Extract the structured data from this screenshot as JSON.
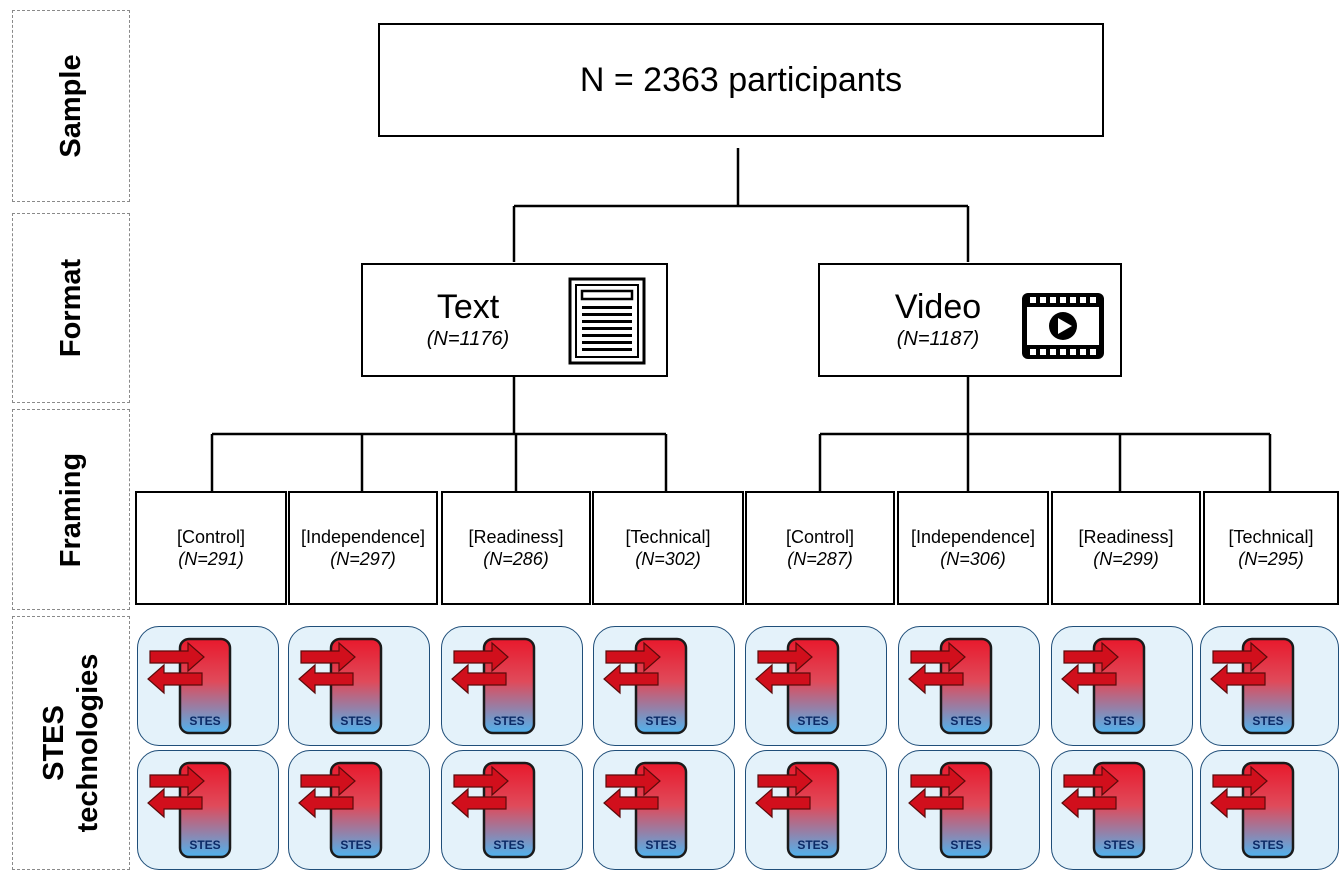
{
  "row_labels": {
    "sample": "Sample",
    "format": "Format",
    "framing": "Framing",
    "stes_line1": "STES",
    "stes_line2": "technologies"
  },
  "sample": {
    "text": "N = 2363 participants"
  },
  "formats": [
    {
      "title": "Text",
      "n": "(N=1176)",
      "icon": "document-icon"
    },
    {
      "title": "Video",
      "n": "(N=1187)",
      "icon": "video-play-icon"
    }
  ],
  "framings": [
    {
      "label": "[Control]",
      "n": "(N=291)"
    },
    {
      "label": "[Independence]",
      "n": "(N=297)"
    },
    {
      "label": "[Readiness]",
      "n": "(N=286)"
    },
    {
      "label": "[Technical]",
      "n": "(N=302)"
    },
    {
      "label": "[Control]",
      "n": "(N=287)"
    },
    {
      "label": "[Independence]",
      "n": "(N=306)"
    },
    {
      "label": "[Readiness]",
      "n": "(N=299)"
    },
    {
      "label": "[Technical]",
      "n": "(N=295)"
    }
  ],
  "stes_icon": {
    "label": "STES",
    "icon": "stes-tank-icon",
    "top_color": "#e8192c",
    "bottom_color": "#4fb3ef",
    "arrow_color": "#d10f1c"
  }
}
